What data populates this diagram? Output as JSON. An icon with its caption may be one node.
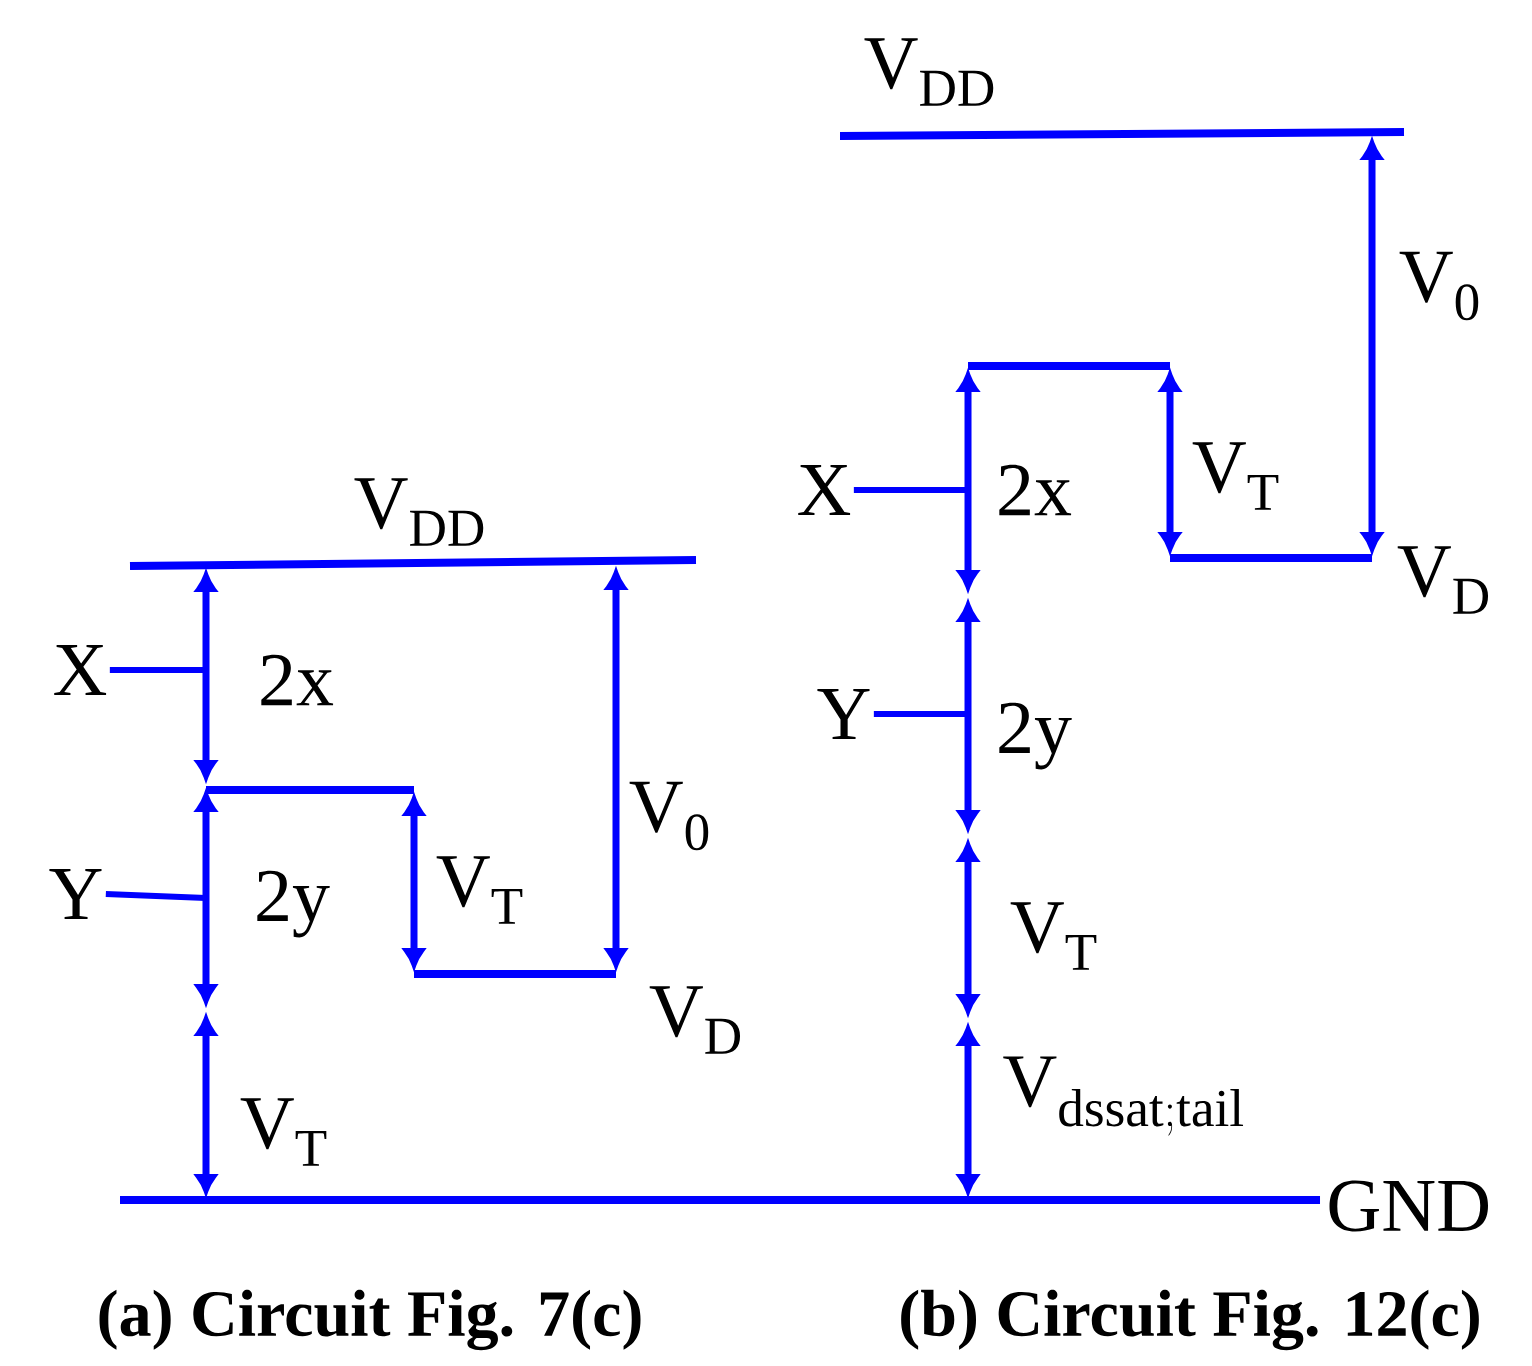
{
  "diagram": {
    "nodes": [
      {
        "text": [
          "X"
        ]
      },
      {
        "text": [
          "Y"
        ]
      },
      {
        "text": [
          "X"
        ]
      },
      {
        "text": [
          "Y"
        ]
      }
    ],
    "edges": [
      {
        "from": 0,
        "to": null,
        "arrow": "none"
      },
      {
        "from": 1,
        "to": null,
        "arrow": "none"
      },
      {
        "from": 2,
        "to": null,
        "arrow": "none"
      },
      {
        "from": 3,
        "to": null,
        "arrow": "none"
      }
    ],
    "labels": [
      "\\mathrm{V}_{\\mathrm{DD}}",
      "2x",
      "\\mathrm{V}_{\\mathrm{0}}",
      "\\mathrm{V}_{\\mathrm{T}}",
      "2y",
      "\\mathrm{V}_{\\mathrm{D}}",
      "\\mathrm{V}_{\\mathrm{T}}",
      "\\mathrm{V}_{\\mathrm{DD}}",
      "\\mathrm{V}_{\\mathrm{0}}",
      "2x",
      "\\mathrm{V}_{\\mathrm{T}}",
      "\\mathrm{V}_{\\mathrm{D}}",
      "2y",
      "\\mathrm{V}_{\\mathrm{T}}",
      "\\mathrm{V}_{\\mathrm{dssat;tail}}",
      "GND",
      "(a) Circuit Fig. 7(c)",
      "(b) Circuit Fig. 12(c)"
    ]
  }
}
